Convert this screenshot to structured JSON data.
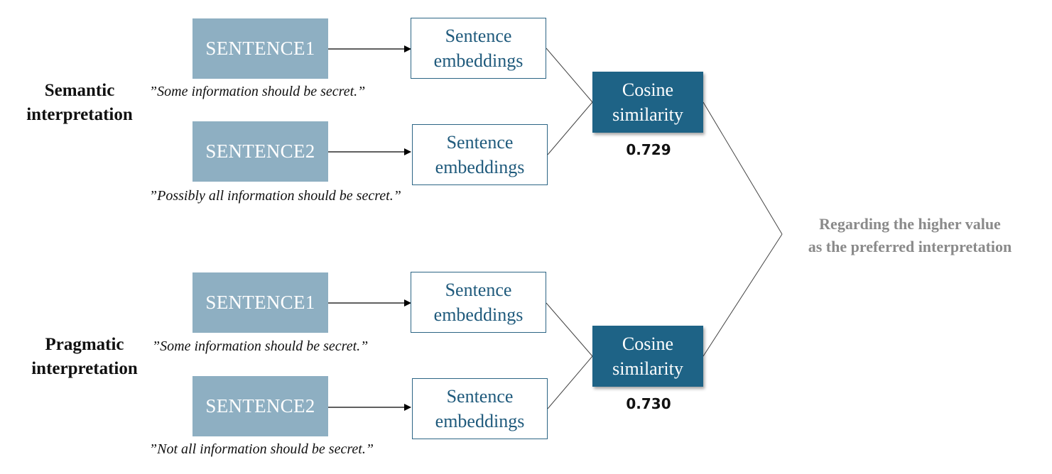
{
  "colors": {
    "sentence_fill": "#8eafc2",
    "embedding_border": "#2c6585",
    "embedding_text": "#1f5a7c",
    "cosine_fill": "#1e6386",
    "conclusion_text": "#8a8a8a"
  },
  "semantic": {
    "label_line1": "Semantic",
    "label_line2": "interpretation",
    "s1_label": "SENTENCE1",
    "s1_quote": "”Some information should be secret.”",
    "s2_label": "SENTENCE2",
    "s2_quote": "”Possibly all information should be secret.”",
    "embed1_line1": "Sentence",
    "embed1_line2": "embeddings",
    "embed2_line1": "Sentence",
    "embed2_line2": "embeddings",
    "cos_line1": "Cosine",
    "cos_line2": "similarity",
    "score": "0.729"
  },
  "pragmatic": {
    "label_line1": "Pragmatic",
    "label_line2": "interpretation",
    "s1_label": "SENTENCE1",
    "s1_quote": "”Some information should be secret.”",
    "s2_label": "SENTENCE2",
    "s2_quote": "”Not all information should be secret.”",
    "embed1_line1": "Sentence",
    "embed1_line2": "embeddings",
    "embed2_line1": "Sentence",
    "embed2_line2": "embeddings",
    "cos_line1": "Cosine",
    "cos_line2": "similarity",
    "score": "0.730"
  },
  "conclusion": {
    "line1": "Regarding the higher value",
    "line2": "as the preferred interpretation"
  }
}
